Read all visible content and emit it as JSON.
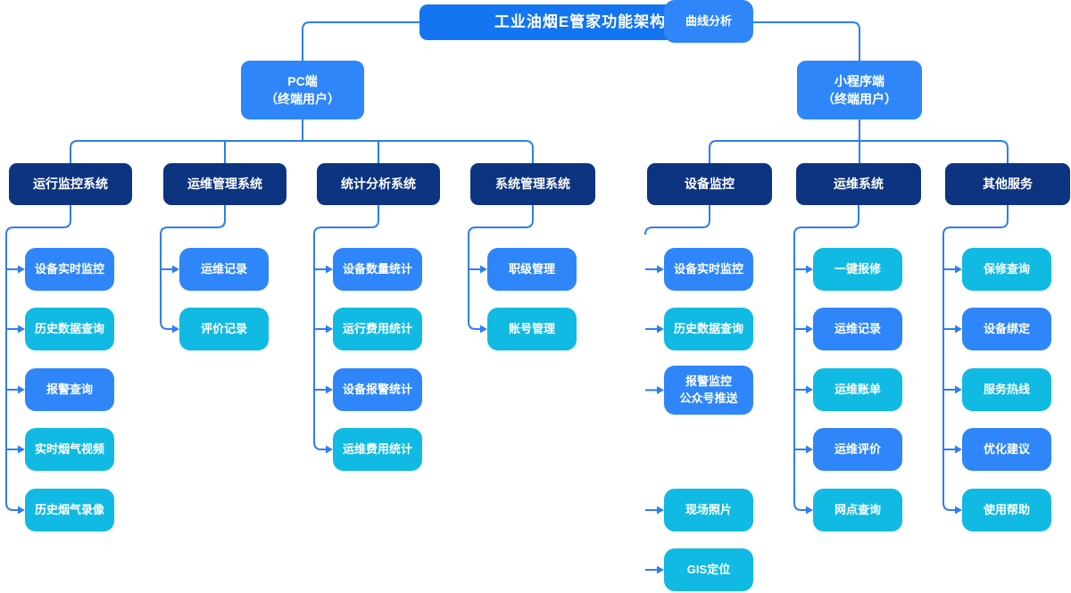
{
  "title": "工业油烟E管家功能架构",
  "colors": {
    "root": "#1475f0",
    "branch": "#2e86f8",
    "header": "#0d3480",
    "blue": "#2e86f8",
    "cyan": "#10bae3",
    "line": "#2d7df2",
    "text": "#ffffff",
    "background": "#ffffff"
  },
  "tree": {
    "root": {
      "label": "工业油烟E管家功能架构"
    },
    "branches": [
      {
        "id": "pc",
        "lines": [
          "PC端",
          "（终端用户）"
        ],
        "groups": [
          {
            "label": "运行监控系统",
            "items": [
              {
                "label": "设备实时监控",
                "variant": "blue"
              },
              {
                "label": "历史数据查询",
                "variant": "cyan"
              },
              {
                "label": "报警查询",
                "variant": "blue"
              },
              {
                "label": "实时烟气视频",
                "variant": "cyan"
              },
              {
                "label": "历史烟气录像",
                "variant": "cyan"
              }
            ]
          },
          {
            "label": "运维管理系统",
            "items": [
              {
                "label": "运维记录",
                "variant": "blue"
              },
              {
                "label": "评价记录",
                "variant": "cyan"
              }
            ]
          },
          {
            "label": "统计分析系统",
            "items": [
              {
                "label": "设备数量统计",
                "variant": "blue"
              },
              {
                "label": "运行费用统计",
                "variant": "cyan"
              },
              {
                "label": "设备报警统计",
                "variant": "blue"
              },
              {
                "label": "运维费用统计",
                "variant": "cyan"
              }
            ]
          },
          {
            "label": "系统管理系统",
            "items": [
              {
                "label": "职级管理",
                "variant": "blue"
              },
              {
                "label": "账号管理",
                "variant": "cyan"
              }
            ]
          }
        ]
      },
      {
        "id": "mini",
        "lines": [
          "小程序端",
          "（终端用户）"
        ],
        "groups": [
          {
            "label": "设备监控",
            "items": [
              {
                "label": "设备实时监控",
                "variant": "blue"
              },
              {
                "lines": [
                  "报警监控",
                  "公众号推送"
                ],
                "label": "报警监控公众号推送",
                "variant": "blue",
                "tall": true,
                "slot": 2
              },
              {
                "label": "历史数据查询",
                "variant": "cyan",
                "slot": 1
              },
              {
                "label": "现场照片",
                "variant": "cyan"
              },
              {
                "label": "GIS定位",
                "variant": "cyan"
              },
              {
                "label": "曲线分析",
                "variant": "blue"
              }
            ]
          },
          {
            "label": "运维系统",
            "items": [
              {
                "label": "一键报修",
                "variant": "cyan"
              },
              {
                "label": "运维记录",
                "variant": "blue"
              },
              {
                "label": "运维账单",
                "variant": "cyan"
              },
              {
                "label": "运维评价",
                "variant": "blue"
              },
              {
                "label": "网点查询",
                "variant": "cyan"
              }
            ]
          },
          {
            "label": "其他服务",
            "items": [
              {
                "label": "保修查询",
                "variant": "cyan"
              },
              {
                "label": "设备绑定",
                "variant": "blue"
              },
              {
                "label": "服务热线",
                "variant": "cyan"
              },
              {
                "label": "优化建议",
                "variant": "blue"
              },
              {
                "label": "使用帮助",
                "variant": "cyan"
              }
            ]
          }
        ]
      }
    ]
  }
}
